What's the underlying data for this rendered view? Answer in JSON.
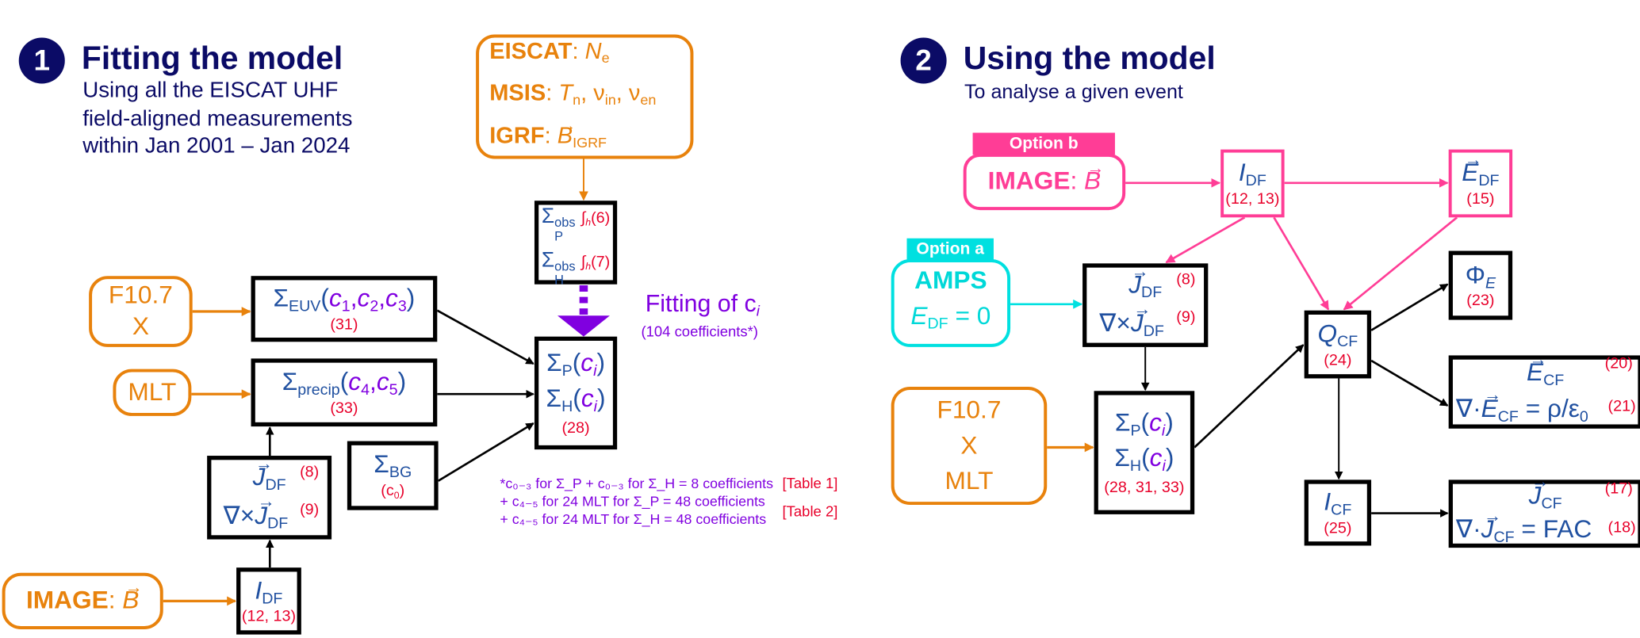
{
  "section1": {
    "number": "1",
    "title": "Fitting the model",
    "subtitle_lines": [
      "Using all the EISCAT UHF",
      "field-aligned measurements",
      "within Jan 2001 – Jan 2024"
    ],
    "inputs_box": {
      "eiscat_label": "EISCAT",
      "eiscat_value": "N",
      "eiscat_sub": "e",
      "msis_label": "MSIS",
      "msis_t": "T",
      "msis_t_sub": "n",
      "msis_nu": "ν",
      "msis_nu_in": "in",
      "msis_nu_en": "en",
      "igrf_label": "IGRF",
      "igrf_value": "B",
      "igrf_sub": "IGRF",
      "colon": ":",
      "comma": ","
    },
    "obs_box": {
      "sigma": "Σ",
      "sup": "obs",
      "p": "P",
      "h": "H",
      "int": "∫",
      "int_sub": "h",
      "ref_p": "(6)",
      "ref_h": "(7)"
    },
    "fitting_label": "Fitting of c",
    "fitting_sub": "i",
    "coefficients_label": "(104 coefficients*)",
    "f107_box": {
      "line1": "F10.7",
      "line2": "X"
    },
    "mlt_box": {
      "label": "MLT"
    },
    "image_box": {
      "label": "IMAGE",
      "colon": ": ",
      "vector": "B"
    },
    "euv_box": {
      "sigma": "Σ",
      "sub": "EUV",
      "args": [
        "c",
        "1",
        "c",
        "2",
        "c",
        "3"
      ],
      "ref": "(31)"
    },
    "precip_box": {
      "sigma": "Σ",
      "sub": "precip",
      "args": [
        "c",
        "4",
        "c",
        "5"
      ],
      "ref": "(33)"
    },
    "bg_box": {
      "sigma": "Σ",
      "sub": "BG",
      "ref_c": "c",
      "ref_sub": "0"
    },
    "jdf_box": {
      "j": "J",
      "sub": "DF",
      "curl": "∇×",
      "ref1": "(8)",
      "ref2": "(9)"
    },
    "idf_box": {
      "i": "I",
      "sub": "DF",
      "ref": "(12, 13)"
    },
    "sigma_box": {
      "sigma": "Σ",
      "p": "P",
      "h": "H",
      "c": "c",
      "i": "i",
      "ref": "(28)"
    },
    "footnote": {
      "line1": "*c₀₋₃ for Σ_P + c₀₋₃ for Σ_H = 8 coefficients",
      "line2": "+ c₄₋₅ for 24 MLT for Σ_P = 48 coefficients",
      "line3": "+ c₄₋₅ for 24 MLT for Σ_H = 48 coefficients",
      "table1": "[Table 1]",
      "table2": "[Table 2]"
    }
  },
  "section2": {
    "number": "2",
    "title": "Using the model",
    "subtitle": "To analyse a given event",
    "option_b_label": "Option b",
    "option_a_label": "Option a",
    "image_box": {
      "label": "IMAGE",
      "colon": ": ",
      "vector": "B"
    },
    "amps_box": {
      "label": "AMPS",
      "e": "E",
      "sub": "DF",
      "eq": " = 0"
    },
    "idf_box": {
      "i": "I",
      "sub": "DF",
      "ref": "(12, 13)"
    },
    "edf_box": {
      "e": "E",
      "sub": "DF",
      "ref": "(15)"
    },
    "jdf_box": {
      "j": "J",
      "sub": "DF",
      "curl": "∇×",
      "ref1": "(8)",
      "ref2": "(9)"
    },
    "phi_box": {
      "phi": "Φ",
      "sub": "E",
      "ref": "(23)"
    },
    "qcf_box": {
      "q": "Q",
      "sub": "CF",
      "ref": "(24)"
    },
    "inputs_box": {
      "line1": "F10.7",
      "line2": "X",
      "line3": "MLT"
    },
    "sigma_box": {
      "sigma": "Σ",
      "p": "P",
      "h": "H",
      "c": "c",
      "i": "i",
      "ref": "(28, 31, 33)"
    },
    "ecf_box": {
      "e": "E",
      "sub": "CF",
      "div": "∇·",
      "eq": " = ρ/ε",
      "eps_sub": "0",
      "ref1": "(20)",
      "ref2": "(21)"
    },
    "icf_box": {
      "i": "I",
      "sub": "CF",
      "ref": "(25)"
    },
    "jcf_box": {
      "j": "J",
      "sub": "CF",
      "div": "∇·",
      "eq": " = FAC",
      "ref1": "(17)",
      "ref2": "(18)"
    }
  },
  "colors": {
    "navy": "#0b0b66",
    "orange": "#e8820c",
    "pink": "#ff3d96",
    "cyan": "#00e0e0",
    "purple": "#8000e0",
    "red": "#e8002a",
    "blue": "#2050a0"
  }
}
